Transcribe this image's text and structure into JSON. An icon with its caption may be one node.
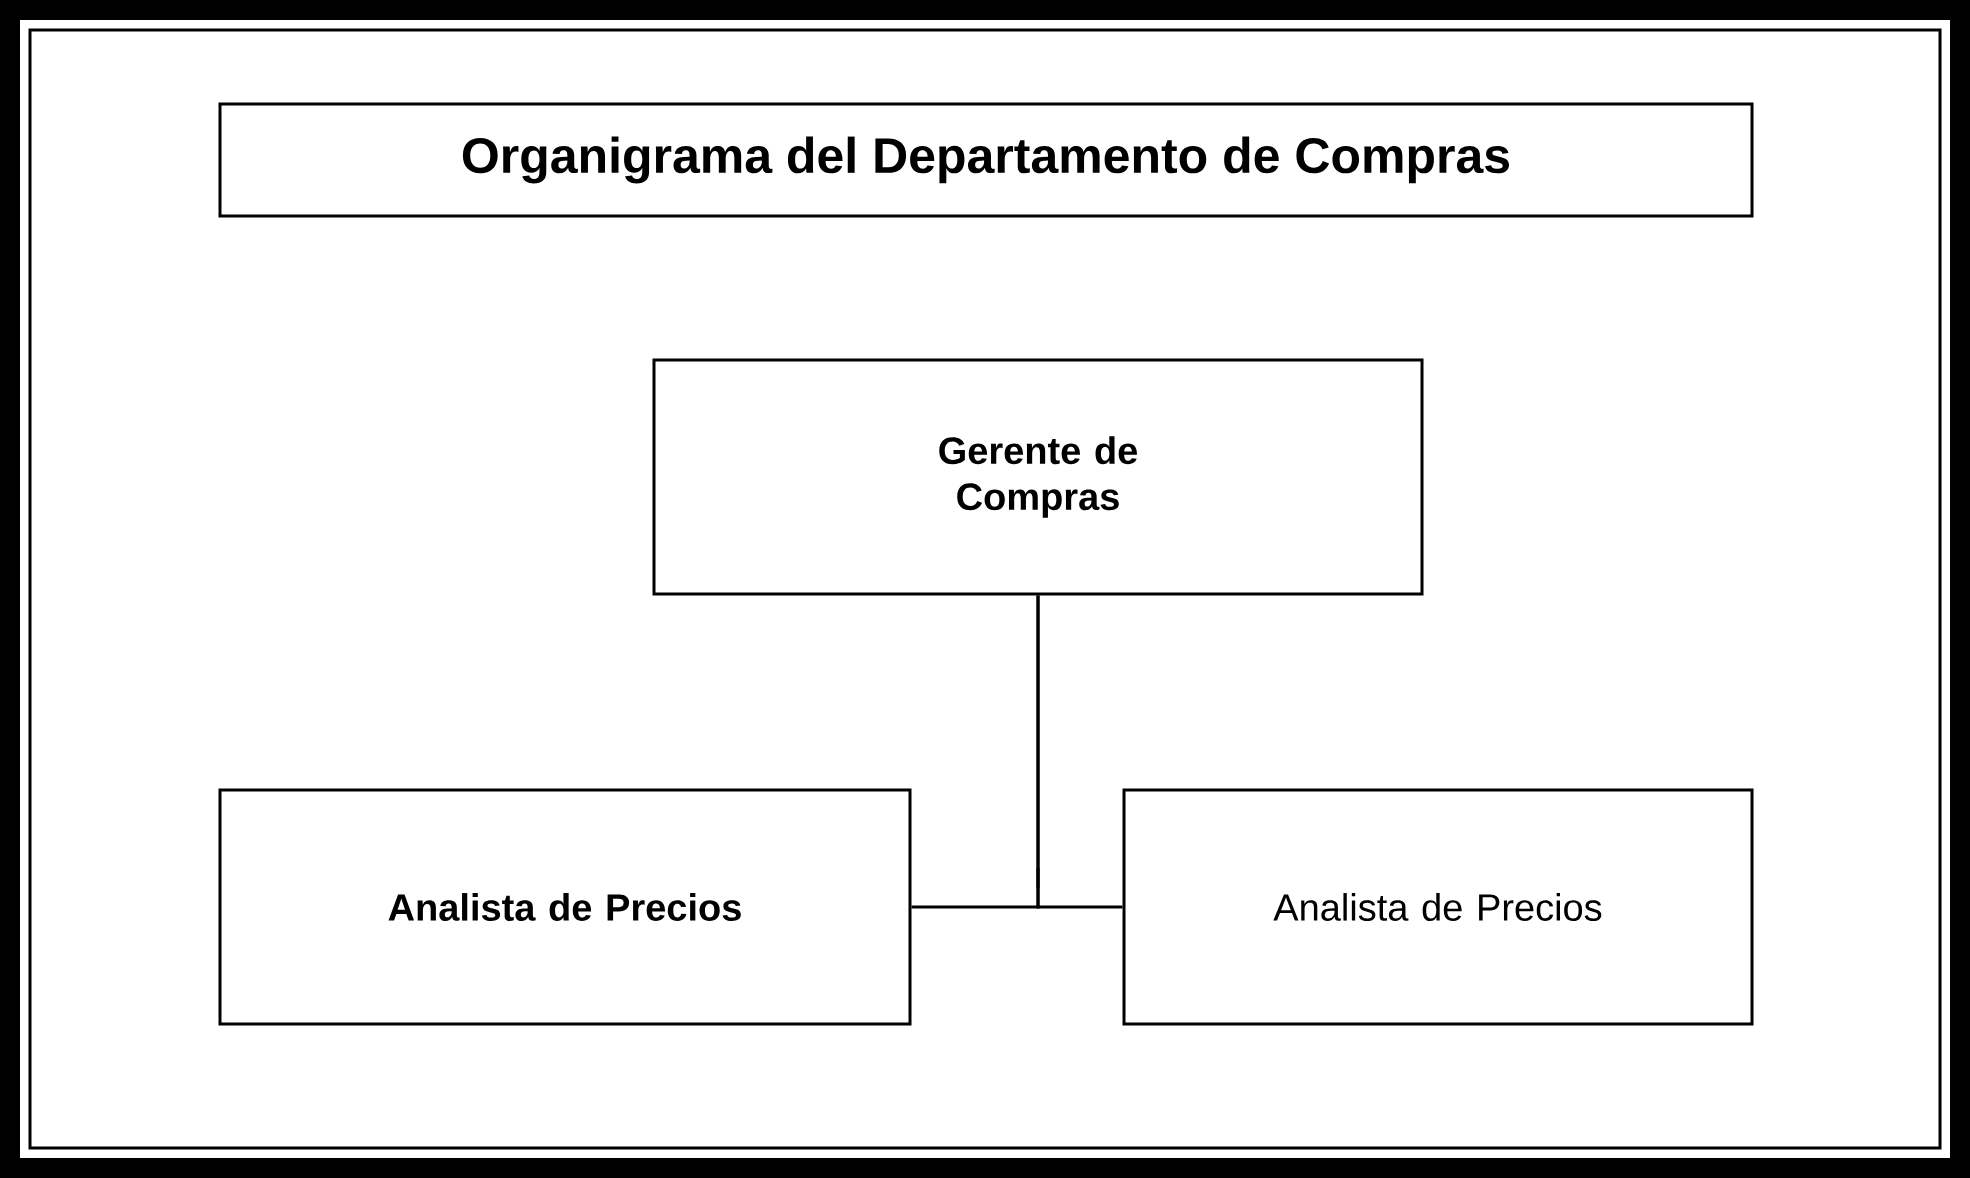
{
  "diagram": {
    "title": "Organigrama del Departamento de Compras",
    "nodes": [
      {
        "text": [
          "Gerente de Compras"
        ]
      },
      {
        "text": [
          "Analista de Precios"
        ]
      },
      {
        "text": [
          "Analista de Precios"
        ]
      }
    ],
    "edges": [
      {
        "from": 0,
        "to": 1,
        "arrow": "none"
      },
      {
        "from": 0,
        "to": 2,
        "arrow": "none"
      }
    ]
  }
}
